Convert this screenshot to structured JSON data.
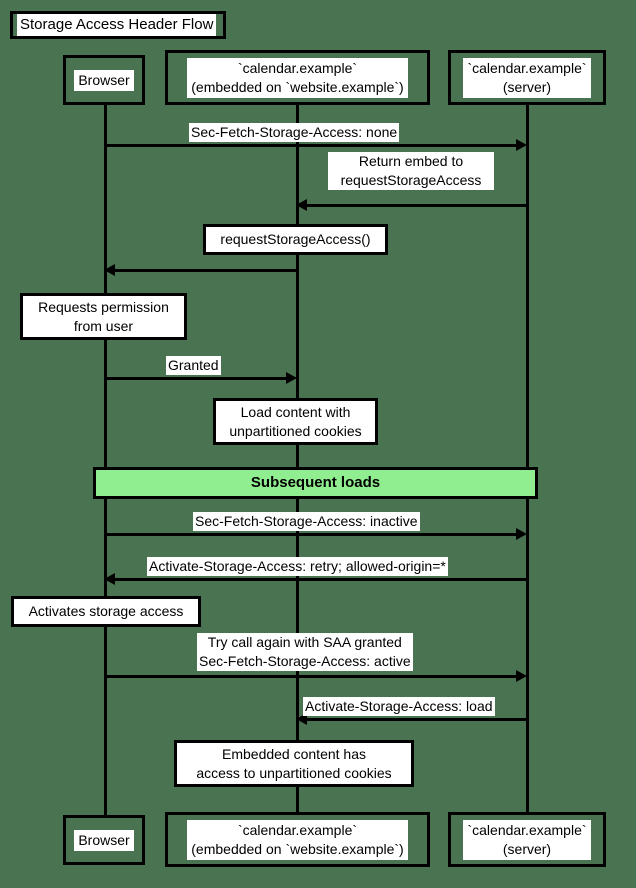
{
  "diagram": {
    "kind": "sequence-diagram",
    "title": "Storage Access Header Flow",
    "background_color": "#4a7352",
    "line_color": "#000000",
    "label_background": "#ffffff",
    "participants": [
      {
        "id": "browser",
        "label": "Browser",
        "lines": [
          "Browser"
        ]
      },
      {
        "id": "embed",
        "label": "`calendar.example` (embedded on `website.example`)",
        "lines": [
          "`calendar.example`",
          "(embedded on `website.example`)"
        ]
      },
      {
        "id": "server",
        "label": "`calendar.example` (server)",
        "lines": [
          "`calendar.example`",
          "(server)"
        ]
      }
    ],
    "messages": [
      {
        "id": "m1",
        "from": "browser",
        "to": "server",
        "label": "Sec-Fetch-Storage-Access: none",
        "direction": "right"
      },
      {
        "id": "m2",
        "from": "server",
        "to": "embed",
        "label": "Return embed to requestStorageAccess",
        "lines": [
          "Return embed to",
          "requestStorageAccess"
        ],
        "direction": "left"
      },
      {
        "id": "m3",
        "from": "embed",
        "to": "browser",
        "label": "requestStorageAccess()",
        "direction": "left"
      },
      {
        "id": "m4",
        "from": "browser",
        "to": "embed",
        "label": "Granted",
        "direction": "right"
      },
      {
        "id": "m5",
        "from": "browser",
        "to": "server",
        "label": "Sec-Fetch-Storage-Access: inactive",
        "direction": "right"
      },
      {
        "id": "m6",
        "from": "server",
        "to": "browser",
        "label": "Activate-Storage-Access: retry; allowed-origin=*",
        "direction": "left"
      },
      {
        "id": "m7",
        "from": "browser",
        "to": "server",
        "label": "Try call again with SAA granted Sec-Fetch-Storage-Access: active",
        "lines": [
          "Try call again with SAA granted",
          "Sec-Fetch-Storage-Access: active"
        ],
        "direction": "right"
      },
      {
        "id": "m8",
        "from": "server",
        "to": "embed",
        "label": "Activate-Storage-Access: load",
        "direction": "left"
      }
    ],
    "notes": [
      {
        "id": "n1",
        "over": "embed",
        "label": "requestStorageAccess()",
        "lines": [
          "requestStorageAccess()"
        ]
      },
      {
        "id": "n2",
        "over": "browser",
        "label": "Requests permission from user",
        "lines": [
          "Requests permission",
          "from user"
        ]
      },
      {
        "id": "n3",
        "over": "embed",
        "label": "Load content with unpartitioned cookies",
        "lines": [
          "Load content with",
          "unpartitioned cookies"
        ]
      },
      {
        "id": "n4",
        "over": "browser",
        "label": "Activates storage access",
        "lines": [
          "Activates storage access"
        ]
      },
      {
        "id": "n5",
        "over": "embed",
        "label": "Embedded content has access to unpartitioned cookies",
        "lines": [
          "Embedded content has",
          "access to unpartitioned cookies"
        ]
      }
    ],
    "dividers": [
      {
        "id": "d1",
        "label": "Subsequent loads",
        "color": "#90ee90"
      }
    ]
  }
}
